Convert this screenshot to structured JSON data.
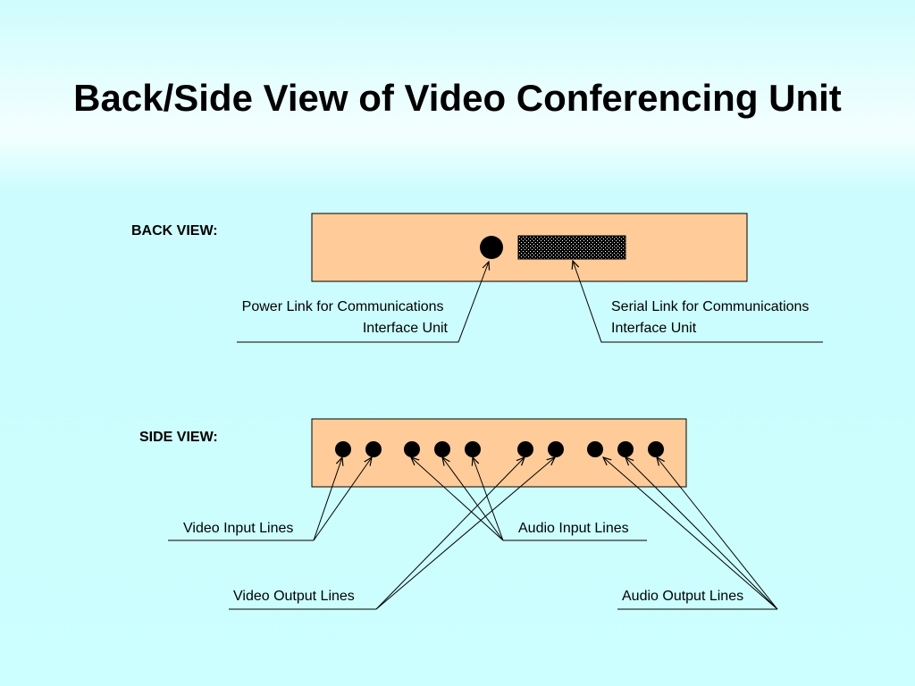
{
  "title": "Back/Side View of Video Conferencing Unit",
  "back_view": {
    "label": "BACK VIEW:",
    "callouts": {
      "power": [
        "Power Link for Communications",
        "Interface Unit"
      ],
      "serial": [
        "Serial Link for Communications",
        "Interface Unit"
      ]
    }
  },
  "side_view": {
    "label": "SIDE VIEW:",
    "callouts": {
      "video_input": "Video Input Lines",
      "audio_input": "Audio Input Lines",
      "video_output": "Video Output Lines",
      "audio_output": "Audio Output Lines"
    },
    "port_count": 10
  },
  "colors": {
    "unit_fill": "#ffcc99",
    "background": "#ccffff",
    "line": "#000000"
  }
}
